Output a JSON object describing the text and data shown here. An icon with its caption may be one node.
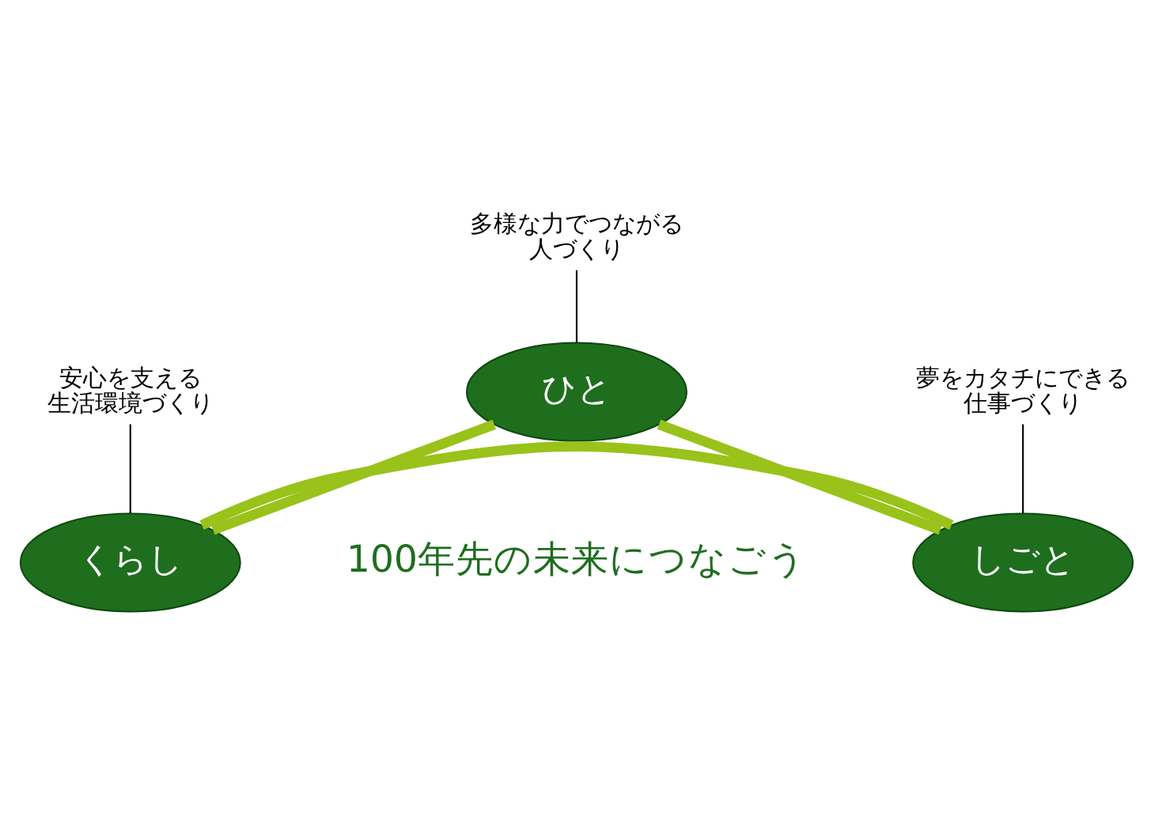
{
  "diagram": {
    "nodes": [
      {
        "text": [
          "多様な力でつながる",
          "人づくり"
        ]
      },
      {
        "text": [
          "ひと"
        ]
      },
      {
        "text": [
          "夢をカタチにできる",
          "仕事づくり"
        ]
      },
      {
        "text": [
          "しごと"
        ]
      },
      {
        "text": [
          "くらし"
        ]
      },
      {
        "text": [
          "安心を支える",
          "生活環境づくり"
        ]
      }
    ],
    "edges": [
      {
        "from": 0,
        "to": 1,
        "arrow": "none"
      },
      {
        "from": 1,
        "to": 4,
        "arrow": "none",
        "style": "thick",
        "color": "#99c21a"
      },
      {
        "from": 4,
        "to": 3,
        "arrow": "none",
        "style": "thick",
        "color": "#99c21a"
      },
      {
        "from": 3,
        "to": 1,
        "arrow": "none",
        "style": "thick",
        "color": "#99c21a"
      },
      {
        "from": 2,
        "to": 3,
        "arrow": "none"
      },
      {
        "from": 5,
        "to": 4,
        "arrow": "none"
      }
    ],
    "labels": [
      "100年先の未来につなごう"
    ]
  }
}
